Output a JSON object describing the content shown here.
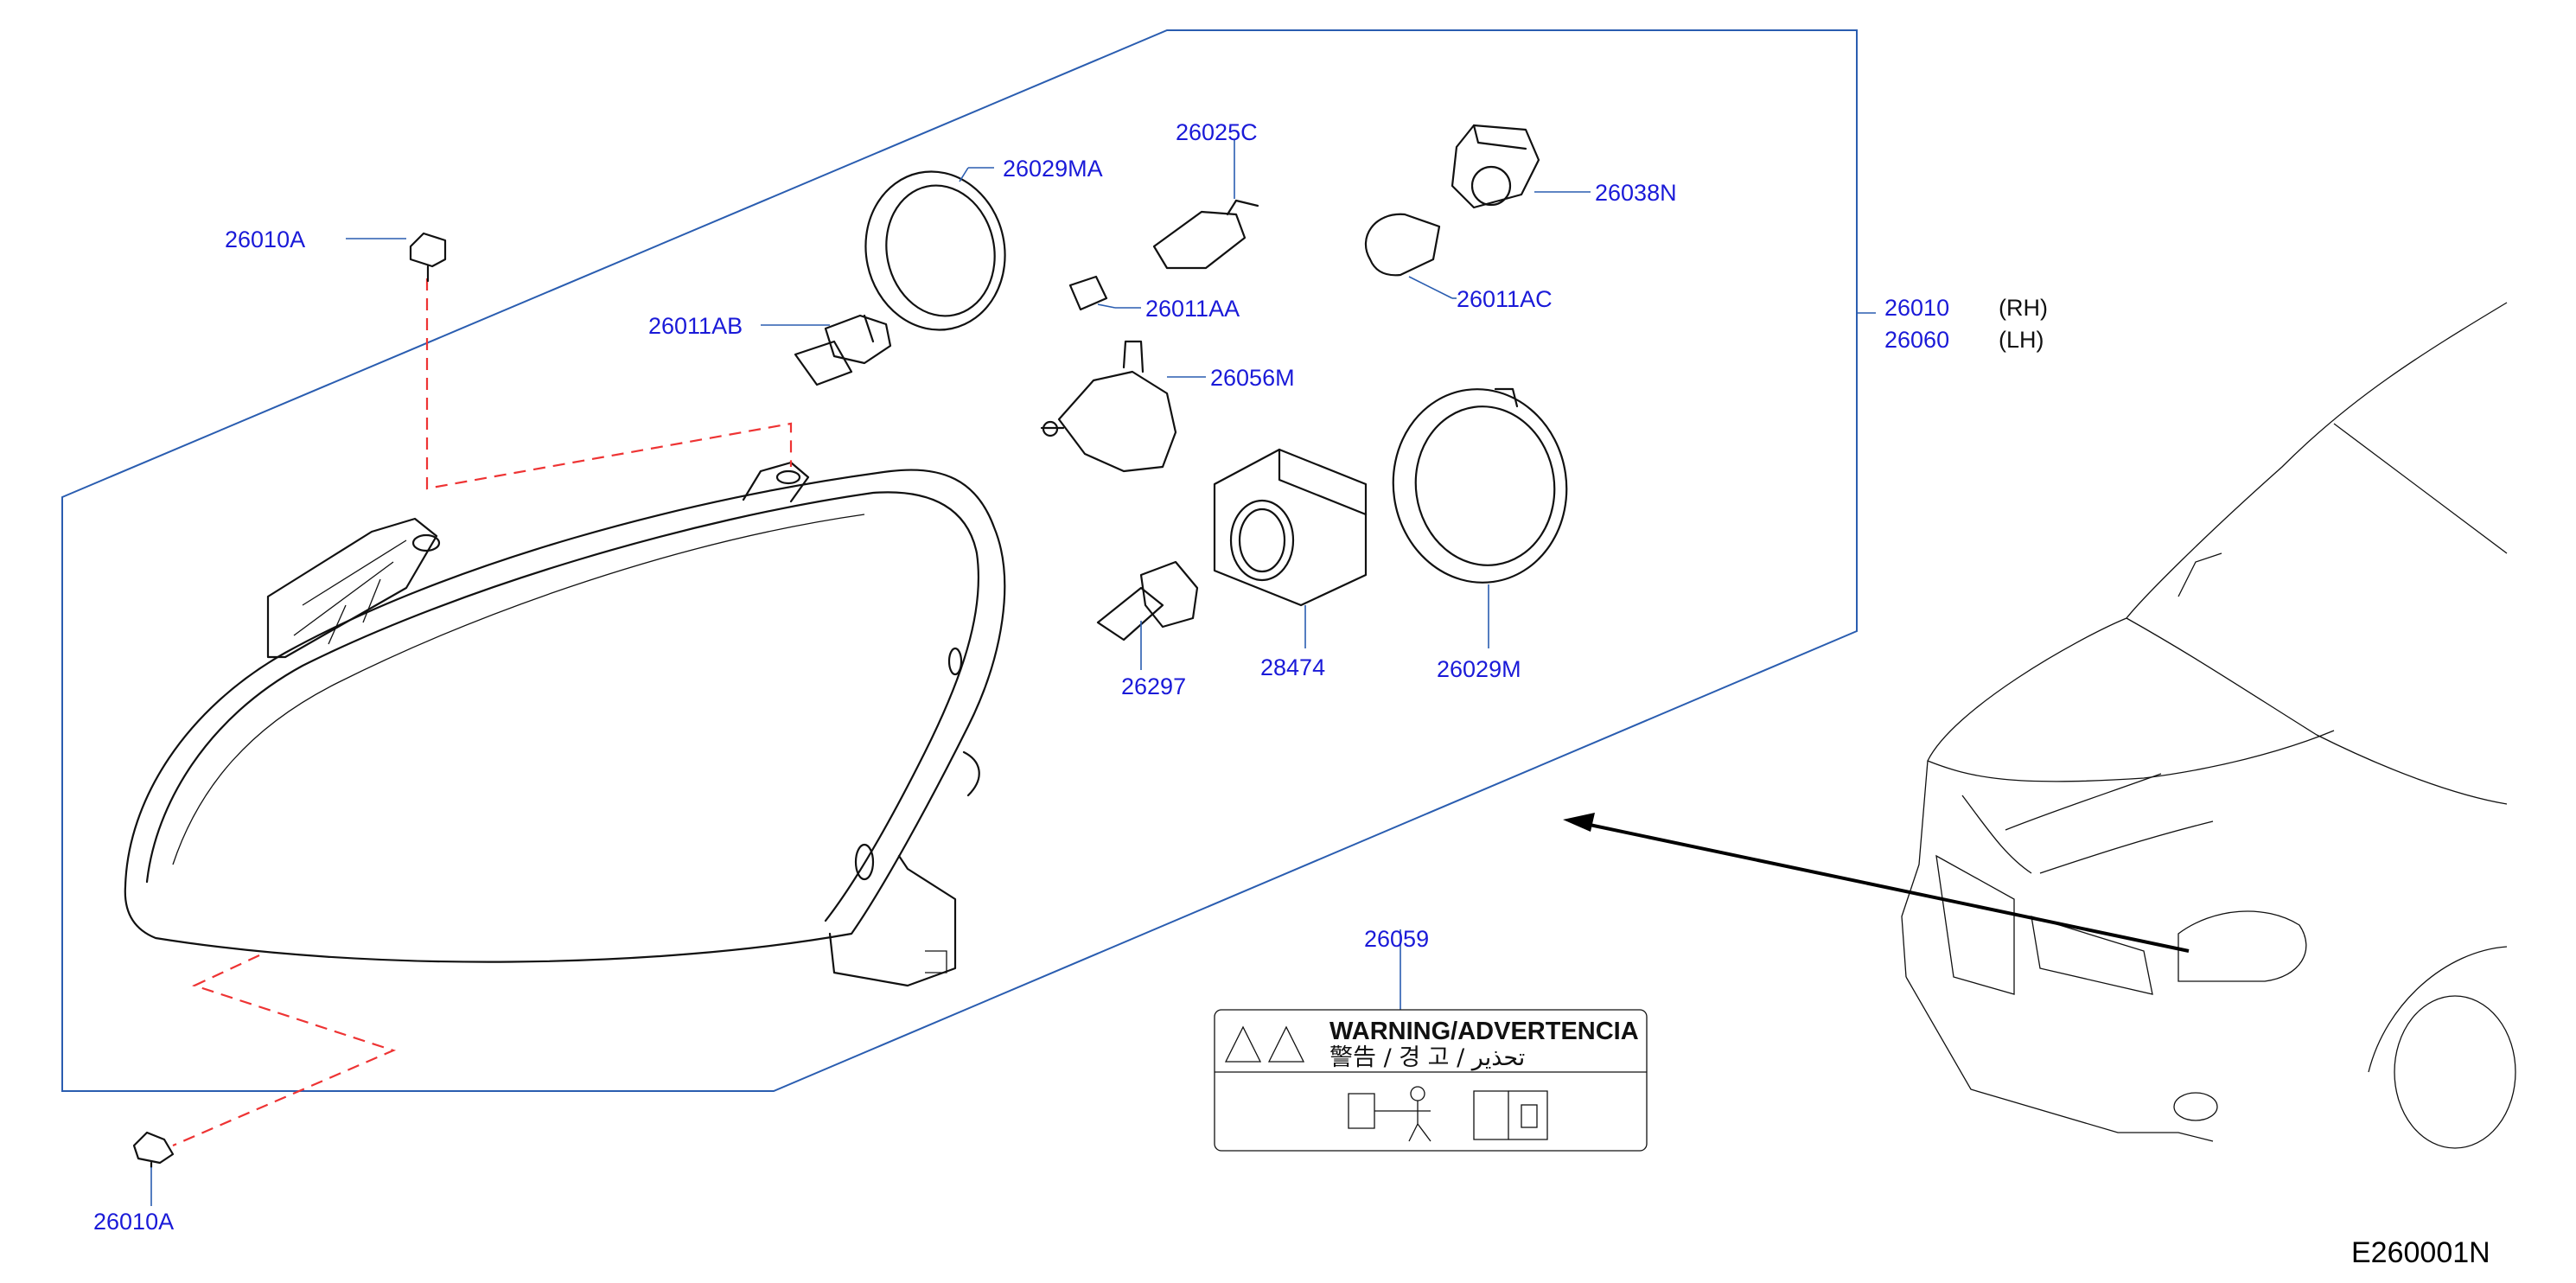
{
  "parts": {
    "bolt_upper": "26010A",
    "bolt_lower": "26010A",
    "ring_upper": "26029MA",
    "bulb_h7": "26011AB",
    "socket_small": "26025C",
    "bulb_small": "26011AA",
    "socket_turn": "26038N",
    "bulb_turn": "26011AC",
    "leveling_motor": "26056M",
    "bulb_hid": "26297",
    "ballast": "28474",
    "ring_lower": "26029M",
    "label_part": "26059"
  },
  "assembly": {
    "rh_number": "26010",
    "rh_side": "(RH)",
    "lh_number": "26060",
    "lh_side": "(LH)"
  },
  "warning_label": {
    "title": "WARNING/ADVERTENCIA",
    "subtitle": "警告 / 경 고 / تحذير"
  },
  "diagram_code": "E260001N"
}
